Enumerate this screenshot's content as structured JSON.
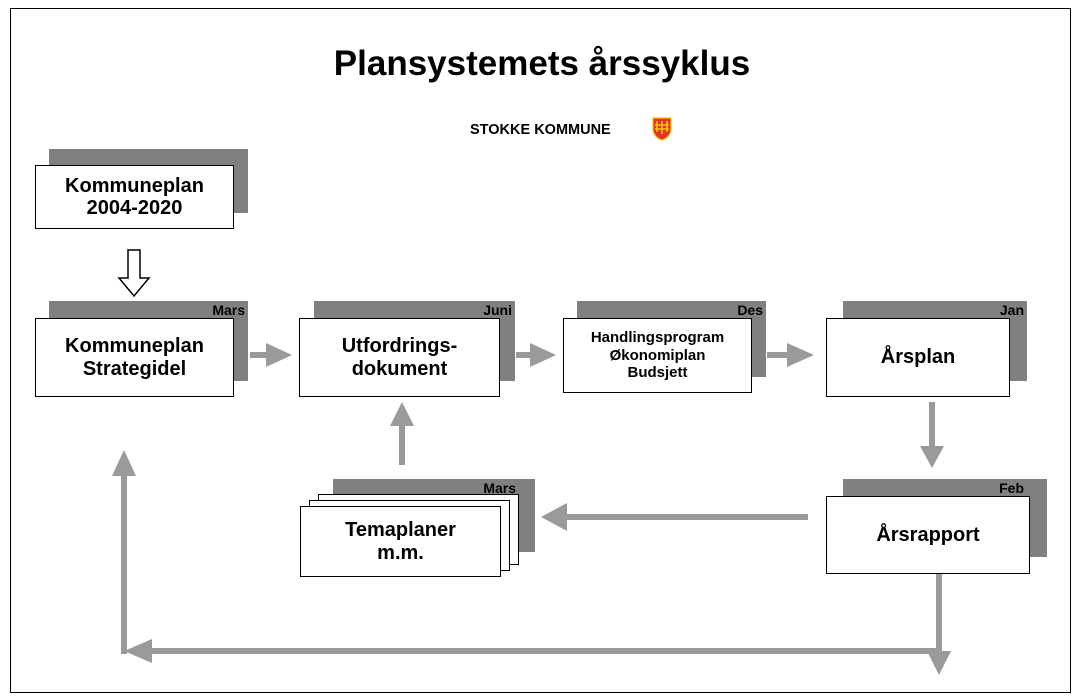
{
  "title": "Plansystemets årssyklus",
  "subtitle": "STOKKE KOMMUNE",
  "logo_icon": "stokke-coat-of-arms-icon",
  "colors": {
    "shadow": "#808080",
    "arrow": "#9a9a9a",
    "shield_red": "#e8312a",
    "shield_gold": "#f5c400"
  },
  "boxes": {
    "kommuneplan": {
      "line1": "Kommuneplan",
      "line2": "2004-2020"
    },
    "strategidel": {
      "line1": "Kommuneplan",
      "line2": "Strategidel",
      "month": "Mars"
    },
    "utfordring": {
      "line1": "Utfordrings-",
      "line2": "dokument",
      "month": "Juni"
    },
    "handling": {
      "line1": "Handlingsprogram",
      "line2": "Økonomiplan",
      "line3": "Budsjett",
      "month": "Des"
    },
    "arsplan": {
      "line1": "Årsplan",
      "month": "Jan"
    },
    "arsrapport": {
      "line1": "Årsrapport",
      "month": "Feb"
    },
    "temaplaner": {
      "line1": "Temaplaner",
      "line2": "m.m.",
      "month": "Mars"
    }
  }
}
